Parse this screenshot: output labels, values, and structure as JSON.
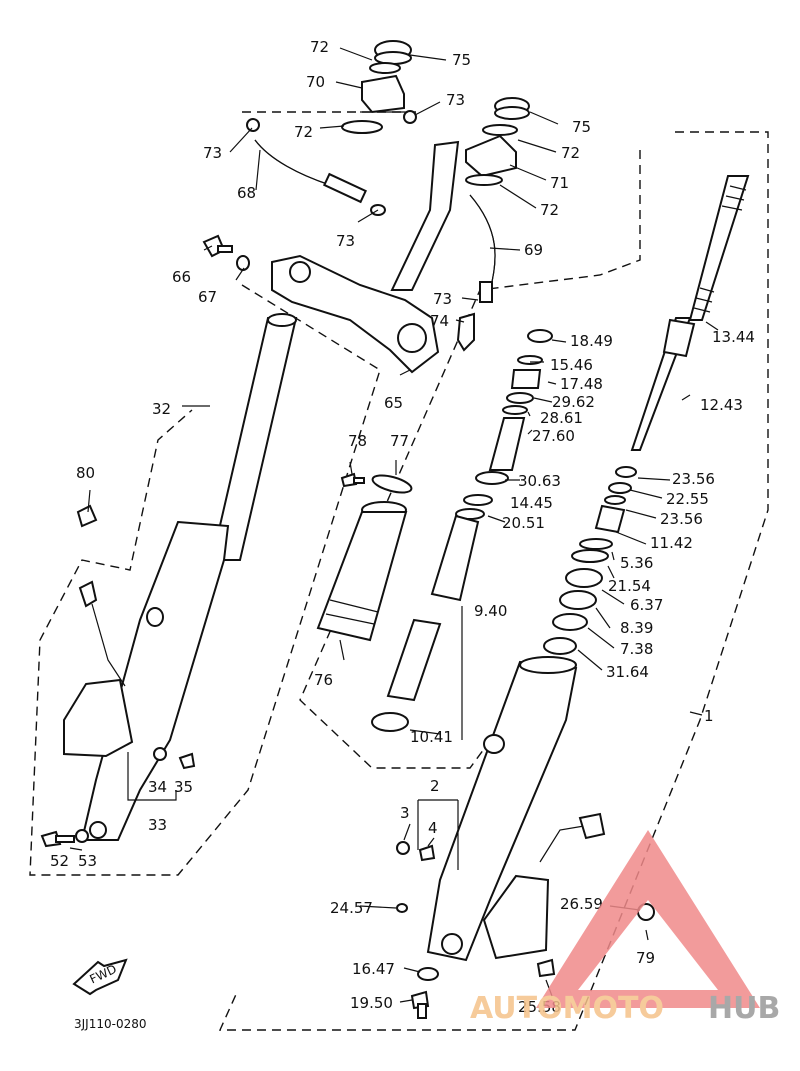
{
  "diagram": {
    "caption": "3JJ110-0280",
    "fwd_label": "FWD",
    "callouts": [
      {
        "id": "c1",
        "text": "72"
      },
      {
        "id": "c2",
        "text": "75"
      },
      {
        "id": "c3",
        "text": "70"
      },
      {
        "id": "c4",
        "text": "73"
      },
      {
        "id": "c5",
        "text": "75"
      },
      {
        "id": "c6",
        "text": "73"
      },
      {
        "id": "c7",
        "text": "72"
      },
      {
        "id": "c8",
        "text": "72"
      },
      {
        "id": "c9",
        "text": "71"
      },
      {
        "id": "c10",
        "text": "68"
      },
      {
        "id": "c11",
        "text": "72"
      },
      {
        "id": "c12",
        "text": "73"
      },
      {
        "id": "c13",
        "text": "69"
      },
      {
        "id": "c14",
        "text": "66"
      },
      {
        "id": "c15",
        "text": "67"
      },
      {
        "id": "c16",
        "text": "73"
      },
      {
        "id": "c17",
        "text": "74"
      },
      {
        "id": "c18",
        "text": "18.49"
      },
      {
        "id": "c19",
        "text": "15.46"
      },
      {
        "id": "c20",
        "text": "13.44"
      },
      {
        "id": "c21",
        "text": "17.48"
      },
      {
        "id": "c22",
        "text": "29.62"
      },
      {
        "id": "c23",
        "text": "28.61"
      },
      {
        "id": "c24",
        "text": "27.60"
      },
      {
        "id": "c25",
        "text": "65"
      },
      {
        "id": "c26",
        "text": "32"
      },
      {
        "id": "c27",
        "text": "12.43"
      },
      {
        "id": "c28",
        "text": "78"
      },
      {
        "id": "c29",
        "text": "77"
      },
      {
        "id": "c30",
        "text": "30.63"
      },
      {
        "id": "c31",
        "text": "23.56"
      },
      {
        "id": "c32",
        "text": "22.55"
      },
      {
        "id": "c33",
        "text": "14.45"
      },
      {
        "id": "c34",
        "text": "80"
      },
      {
        "id": "c35",
        "text": "20.51"
      },
      {
        "id": "c36",
        "text": "23.56"
      },
      {
        "id": "c37",
        "text": "11.42"
      },
      {
        "id": "c38",
        "text": "5.36"
      },
      {
        "id": "c39",
        "text": "21.54"
      },
      {
        "id": "c40",
        "text": "6.37"
      },
      {
        "id": "c41",
        "text": "9.40"
      },
      {
        "id": "c42",
        "text": "8.39"
      },
      {
        "id": "c43",
        "text": "7.38"
      },
      {
        "id": "c44",
        "text": "31.64"
      },
      {
        "id": "c45",
        "text": "76"
      },
      {
        "id": "c46",
        "text": "1"
      },
      {
        "id": "c47",
        "text": "10.41"
      },
      {
        "id": "c48",
        "text": "2"
      },
      {
        "id": "c49",
        "text": "34"
      },
      {
        "id": "c50",
        "text": "35"
      },
      {
        "id": "c51",
        "text": "3"
      },
      {
        "id": "c52",
        "text": "4"
      },
      {
        "id": "c53",
        "text": "33"
      },
      {
        "id": "c54",
        "text": "52"
      },
      {
        "id": "c55",
        "text": "53"
      },
      {
        "id": "c56",
        "text": "24.57"
      },
      {
        "id": "c57",
        "text": "26.59"
      },
      {
        "id": "c58",
        "text": "79"
      },
      {
        "id": "c59",
        "text": "16.47"
      },
      {
        "id": "c60",
        "text": "19.50"
      },
      {
        "id": "c61",
        "text": "25.58"
      }
    ]
  },
  "watermark": {
    "brand_part1": "AUTOMOTO",
    "brand_part2": "HUB",
    "triangle_color": "#f08a8a",
    "accent_color": "#f5c28a",
    "gray_color": "#9a9a9a"
  }
}
